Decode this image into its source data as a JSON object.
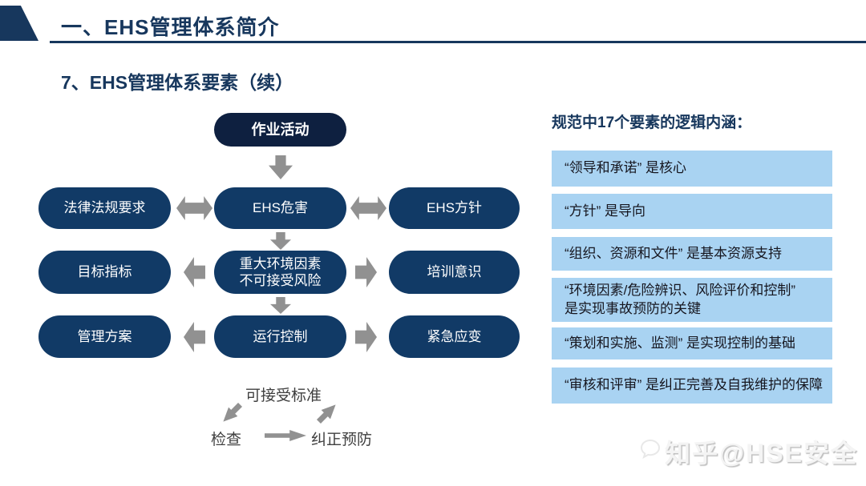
{
  "slide": {
    "section_title": "一、EHS管理体系简介",
    "page_title": "7、EHS管理体系要素（续）"
  },
  "flowchart": {
    "top_node": "作业活动",
    "row1": {
      "left": "法律法规要求",
      "center": "EHS危害",
      "right": "EHS方针"
    },
    "row2": {
      "left": "目标指标",
      "center": "重大环境因素\n不可接受风险",
      "right": "培训意识"
    },
    "row3": {
      "left": "管理方案",
      "center": "运行控制",
      "right": "紧急应变"
    },
    "cycle": {
      "top": "可接受标准",
      "left": "检查",
      "right": "纠正预防"
    }
  },
  "panel": {
    "heading": "规范中17个要素的逻辑内涵：",
    "items": [
      "“领导和承诺” 是核心",
      "“方针” 是导向",
      "“组织、资源和文件” 是基本资源支持",
      "“环境因素/危险辨识、风险评价和控制”\n是实现事故预防的关键",
      "“策划和实施、监测” 是实现控制的基础",
      "“审核和评审” 是纠正完善及自我维护的保障"
    ]
  },
  "watermark": {
    "text": "知乎@HSE安全",
    "icon": "zhihu-bubble-icon"
  },
  "colors": {
    "navy": "#17375d",
    "pill_navy": "#113a66",
    "pill_dark_navy": "#0e2040",
    "arrow_gray": "#919191",
    "bar_light_blue": "#a9d3f2",
    "bar_text": "#16161f"
  }
}
